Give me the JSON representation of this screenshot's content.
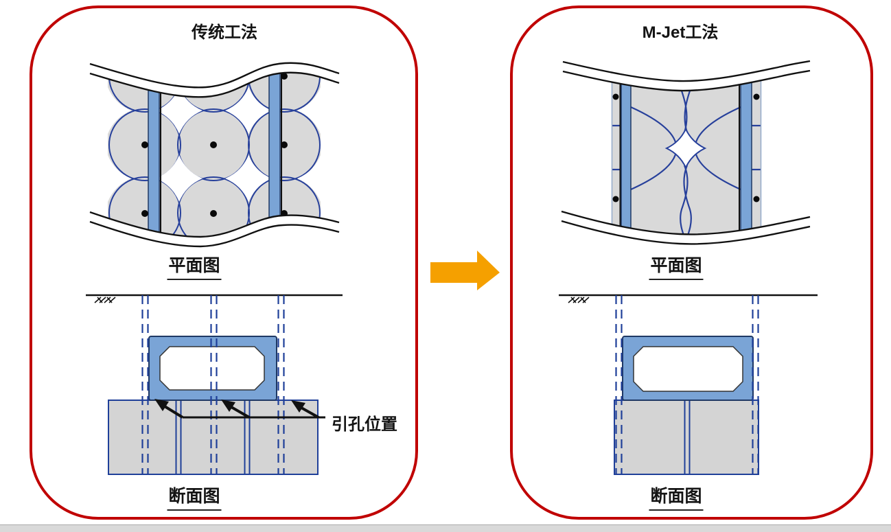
{
  "comparison": {
    "left_panel": {
      "title": "传统工法",
      "plan_view_label": "平面图",
      "section_view_label": "断面图",
      "pilot_hole_annotation": "引孔位置"
    },
    "right_panel": {
      "title": "M-Jet工法",
      "plan_view_label": "平面图",
      "section_view_label": "断面图"
    },
    "transform_arrow_icon": "right-arrow-icon"
  },
  "colors": {
    "panel_border_red": "#C00000",
    "arrow_orange": "#F5A000",
    "structure_blue": "#7AA4D6",
    "outline_navy": "#1F3864",
    "drill_line_blue": "#1F3F99",
    "circle_stroke_blue": "#27409B",
    "grout_gray": "#D9D9D9",
    "soil_gray": "#D4D4D4",
    "footer_gray": "#D9D9D9"
  }
}
